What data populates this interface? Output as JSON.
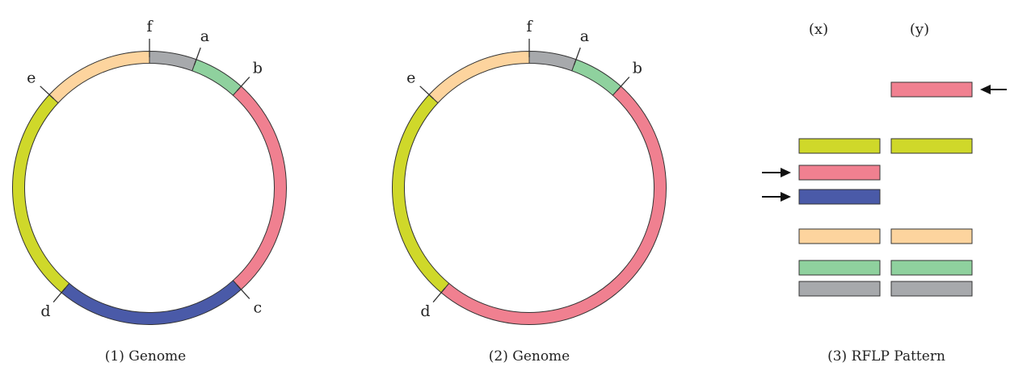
{
  "colors": {
    "a": "#a7a9ac",
    "b": "#8fd19e",
    "c": "#f08090",
    "d": "#4a5aa8",
    "e": "#cfd82a",
    "f": "#fdd49e",
    "outline": "#333333"
  },
  "genome1": {
    "caption": "(1) Genome",
    "sites": [
      {
        "label": "f",
        "angle": 0
      },
      {
        "label": "a",
        "angle": 20
      },
      {
        "label": "b",
        "angle": 42
      },
      {
        "label": "c",
        "angle": 138
      },
      {
        "label": "d",
        "angle": 220
      },
      {
        "label": "e",
        "angle": 313
      }
    ],
    "segments": [
      {
        "start": 0,
        "end": 20,
        "color": "a"
      },
      {
        "start": 20,
        "end": 42,
        "color": "b"
      },
      {
        "start": 42,
        "end": 138,
        "color": "c"
      },
      {
        "start": 138,
        "end": 220,
        "color": "d"
      },
      {
        "start": 220,
        "end": 313,
        "color": "e"
      },
      {
        "start": 313,
        "end": 360,
        "color": "f"
      }
    ]
  },
  "genome2": {
    "caption": "(2) Genome",
    "sites": [
      {
        "label": "f",
        "angle": 0
      },
      {
        "label": "a",
        "angle": 20
      },
      {
        "label": "b",
        "angle": 42
      },
      {
        "label": "d",
        "angle": 220
      },
      {
        "label": "e",
        "angle": 313
      }
    ],
    "segments": [
      {
        "start": 0,
        "end": 20,
        "color": "a"
      },
      {
        "start": 20,
        "end": 42,
        "color": "b"
      },
      {
        "start": 42,
        "end": 220,
        "color": "c"
      },
      {
        "start": 220,
        "end": 313,
        "color": "e"
      },
      {
        "start": 313,
        "end": 360,
        "color": "f"
      }
    ]
  },
  "rflp": {
    "caption": "(3) RFLP Pattern",
    "lanes": [
      {
        "label": "(x)",
        "bands": [
          {
            "color": "e",
            "level": 1,
            "arrow": false
          },
          {
            "color": "c",
            "level": 2,
            "arrow": true
          },
          {
            "color": "d",
            "level": 3,
            "arrow": true
          },
          {
            "color": "f",
            "level": 4,
            "arrow": false
          },
          {
            "color": "b",
            "level": 5,
            "arrow": false
          },
          {
            "color": "a",
            "level": 6,
            "arrow": false
          }
        ]
      },
      {
        "label": "(y)",
        "bands": [
          {
            "color": "c",
            "level": 0,
            "arrow": true
          },
          {
            "color": "e",
            "level": 1,
            "arrow": false
          },
          {
            "color": "f",
            "level": 4,
            "arrow": false
          },
          {
            "color": "b",
            "level": 5,
            "arrow": false
          },
          {
            "color": "a",
            "level": 6,
            "arrow": false
          }
        ]
      }
    ]
  }
}
